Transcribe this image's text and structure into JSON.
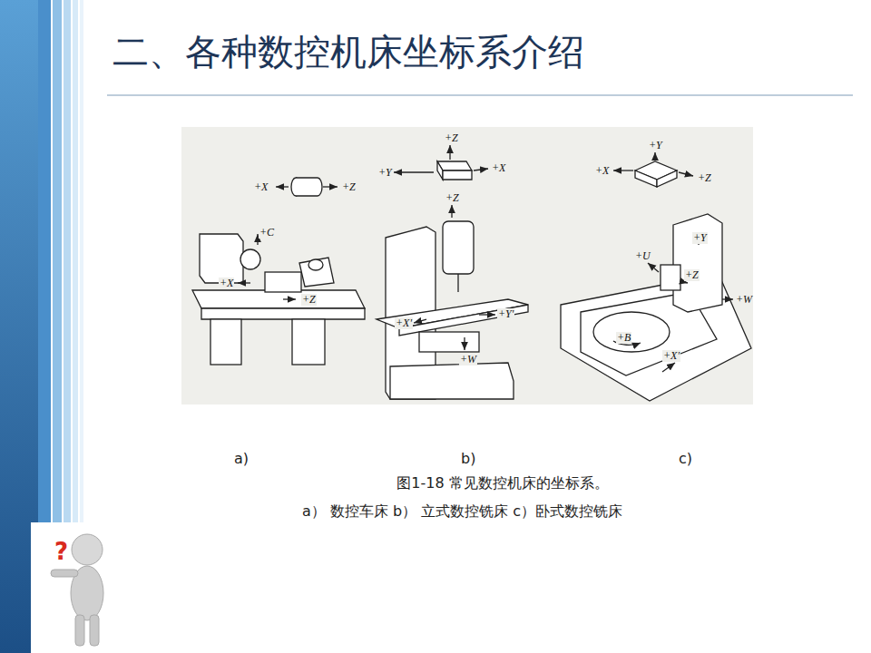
{
  "diagram": {
    "title": "二、各种数控机床坐标系介绍",
    "caption": "图1-18  常见数控机床的坐标系。",
    "labels": [
      "+X",
      "+Z",
      "+C",
      "+X",
      "+Z",
      "+Z",
      "+Y",
      "+X",
      "+Z",
      "+X'",
      "+Y'",
      "+W",
      "+Y",
      "+X",
      "+Z",
      "+Y",
      "+U",
      "+Z",
      "+W",
      "+B",
      "+X'",
      "a)",
      "b)",
      "c)",
      "a） 数控车床  b） 立式数控铣床  c）卧式数控铣床",
      "?"
    ]
  }
}
